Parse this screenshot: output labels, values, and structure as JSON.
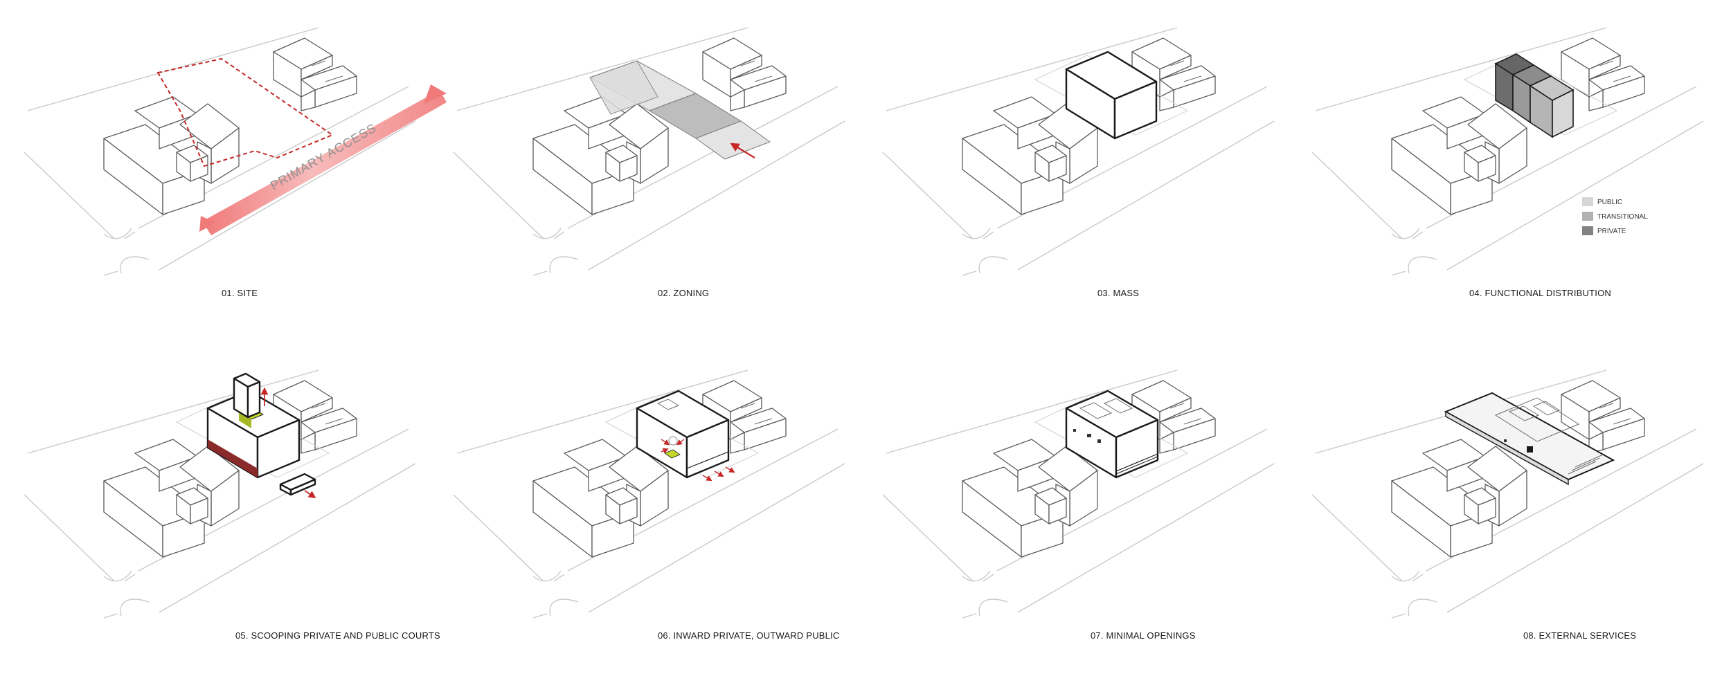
{
  "panels": [
    {
      "caption": "01. SITE",
      "annotation": "PRIMARY ACCESS"
    },
    {
      "caption": "02. ZONING"
    },
    {
      "caption": "03. MASS"
    },
    {
      "caption": "04. FUNCTIONAL DISTRIBUTION",
      "legend": [
        {
          "label": "PUBLIC",
          "color": "#d6d6d6"
        },
        {
          "label": "TRANSITIONAL",
          "color": "#b1b1b1"
        },
        {
          "label": "PRIVATE",
          "color": "#828282"
        }
      ]
    },
    {
      "caption": "05. SCOOPING PRIVATE AND PUBLIC COURTS"
    },
    {
      "caption": "06. INWARD PRIVATE, OUTWARD PUBLIC"
    },
    {
      "caption": "07. MINIMAL OPENINGS"
    },
    {
      "caption": "08. EXTERNAL SERVICES"
    }
  ],
  "colors": {
    "access_arrow": "#f07a7a",
    "red_accent": "#c62828",
    "court_green": "#c4d62b",
    "facade_maroon": "#8a2a2a",
    "zone_light": "#e4e4e4",
    "zone_dark": "#bdbdbd"
  }
}
